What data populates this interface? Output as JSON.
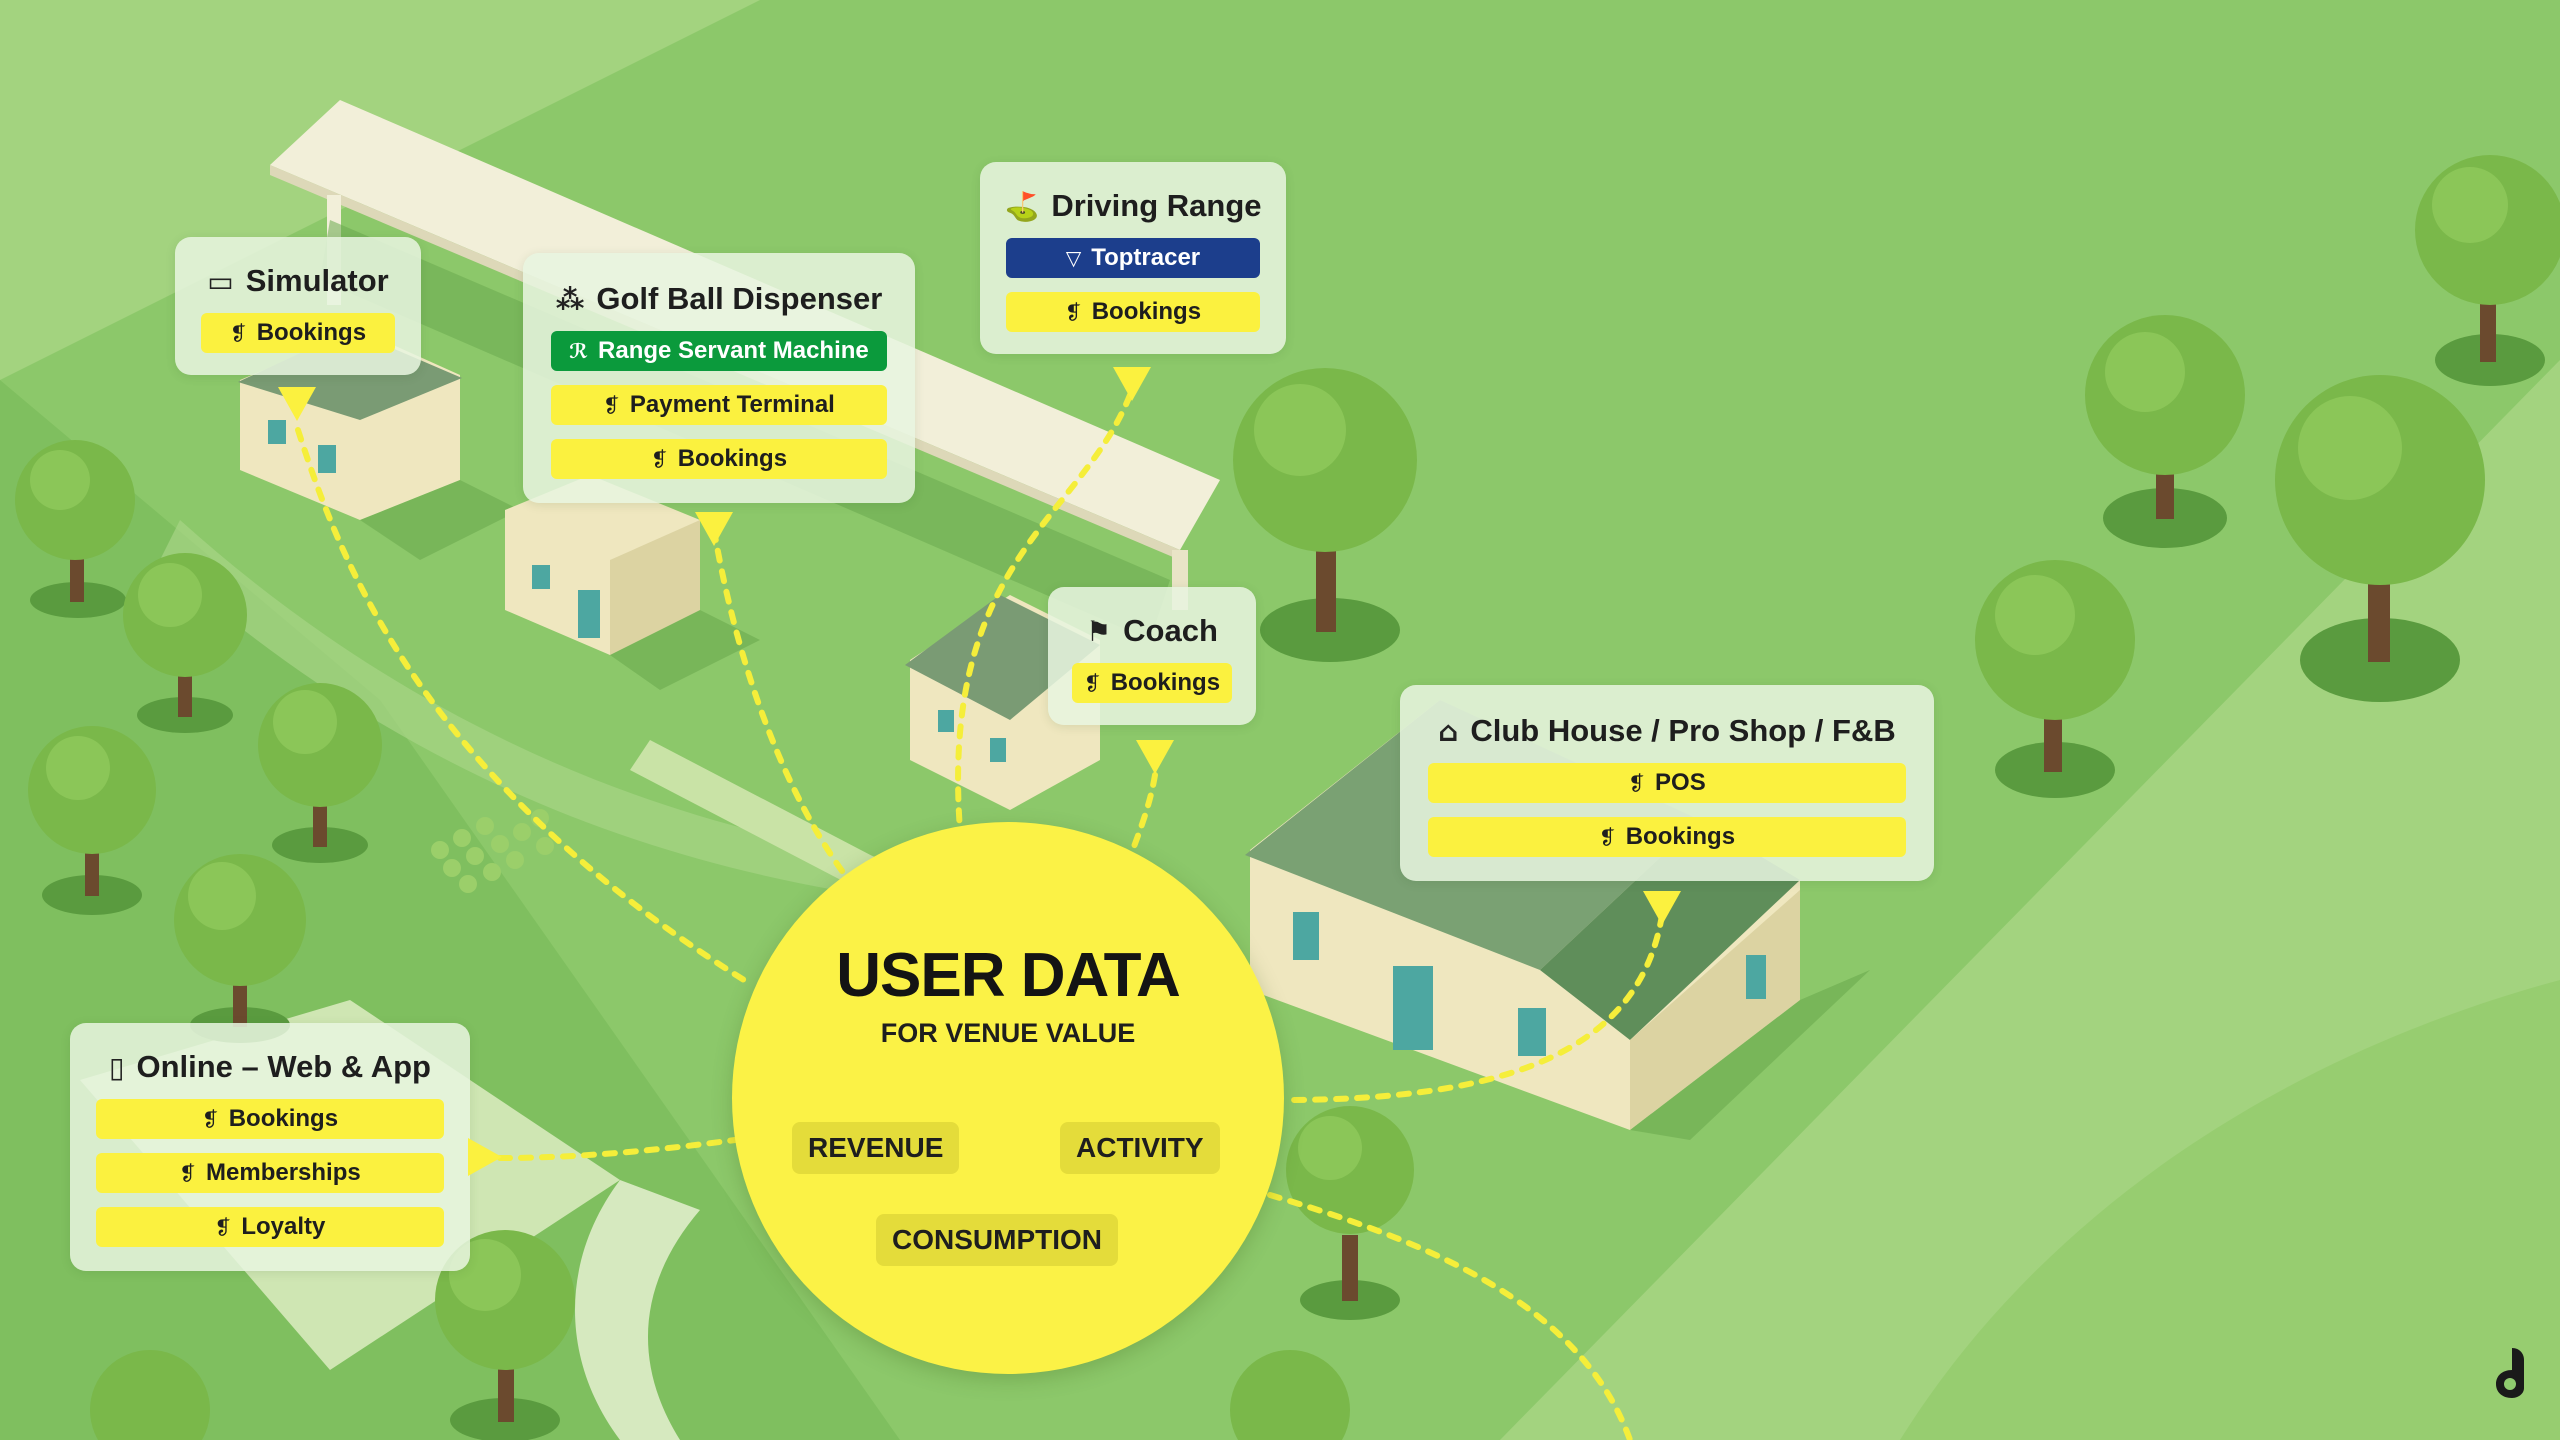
{
  "center": {
    "title": "USER DATA",
    "subtitle": "FOR VENUE VALUE",
    "metrics": [
      "REVENUE",
      "ACTIVITY",
      "CONSUMPTION"
    ]
  },
  "stations": {
    "simulator": {
      "title": "Simulator",
      "icon": "simulator-screen-icon",
      "items": [
        "Bookings"
      ]
    },
    "dispenser": {
      "title": "Golf Ball Dispenser",
      "icon": "golf-balls-icon",
      "items": [
        "Range Servant Machine",
        "Payment Terminal",
        "Bookings"
      ]
    },
    "driving_range": {
      "title": "Driving Range",
      "icon": "golf-mat-icon",
      "items": [
        "Toptracer",
        "Bookings"
      ]
    },
    "coach": {
      "title": "Coach",
      "icon": "coach-icon",
      "items": [
        "Bookings"
      ]
    },
    "clubhouse": {
      "title": "Club House / Pro Shop / F&B",
      "icon": "storefront-icon",
      "items": [
        "POS",
        "Bookings"
      ]
    },
    "online": {
      "title": "Online – Web & App",
      "icon": "mobile-phone-icon",
      "items": [
        "Bookings",
        "Memberships",
        "Loyalty"
      ]
    }
  },
  "colors": {
    "grass": "#8fcb6e",
    "accent_yellow": "#fbf13f",
    "range_servant_green": "#0b9a3c",
    "toptracer_blue": "#1c3e8c",
    "card_bg": "#e8f4e0"
  },
  "logo": "brand-logo-icon"
}
